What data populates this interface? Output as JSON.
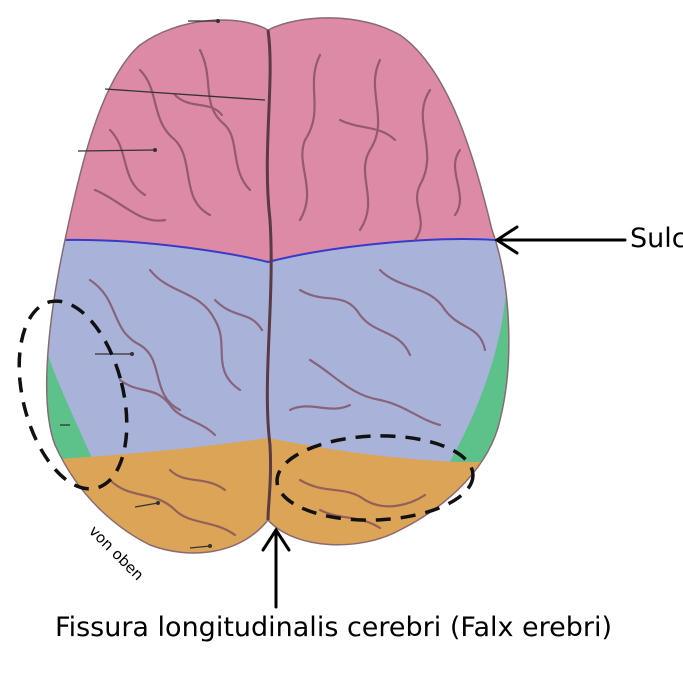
{
  "labels": {
    "sulcus": "Sulc",
    "fissura": "Fissura longitudinalis cerebri (Falx erebri)",
    "oben": "von oben"
  },
  "colors": {
    "frontal_lobe": "#dc8aa6",
    "parietal_lobe": "#a9b3da",
    "occipital_lobe": "#dba456",
    "temporal_lobe": "#5cc28a",
    "gyrus_line": "#7d4a5a",
    "outline": "#000000"
  }
}
